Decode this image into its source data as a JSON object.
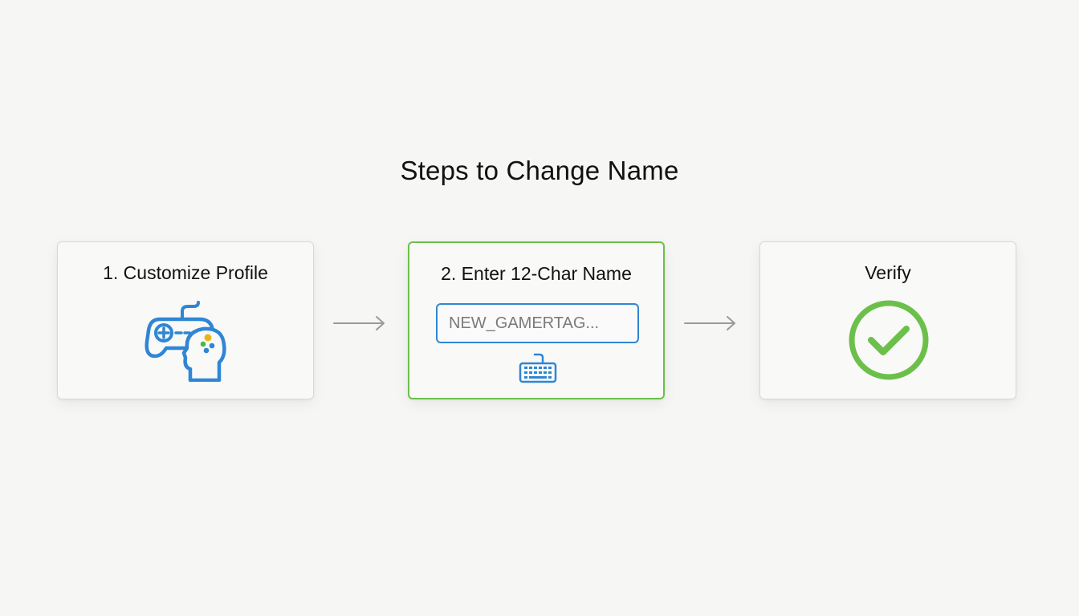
{
  "title": "Steps to Change Name",
  "steps": [
    {
      "label": "1. Customize Profile",
      "icon": "gamepad-profile-icon"
    },
    {
      "label": "2. Enter 12-Char Name",
      "input_placeholder": "NEW_GAMERTAG...",
      "icon": "keyboard-icon",
      "highlighted": true
    },
    {
      "label": "Verify",
      "icon": "checkmark-circle-icon"
    }
  ],
  "colors": {
    "background": "#f6f6f5",
    "accent_blue": "#2f86d4",
    "accent_green": "#6cc04a",
    "arrow_gray": "#9a9a9a"
  }
}
